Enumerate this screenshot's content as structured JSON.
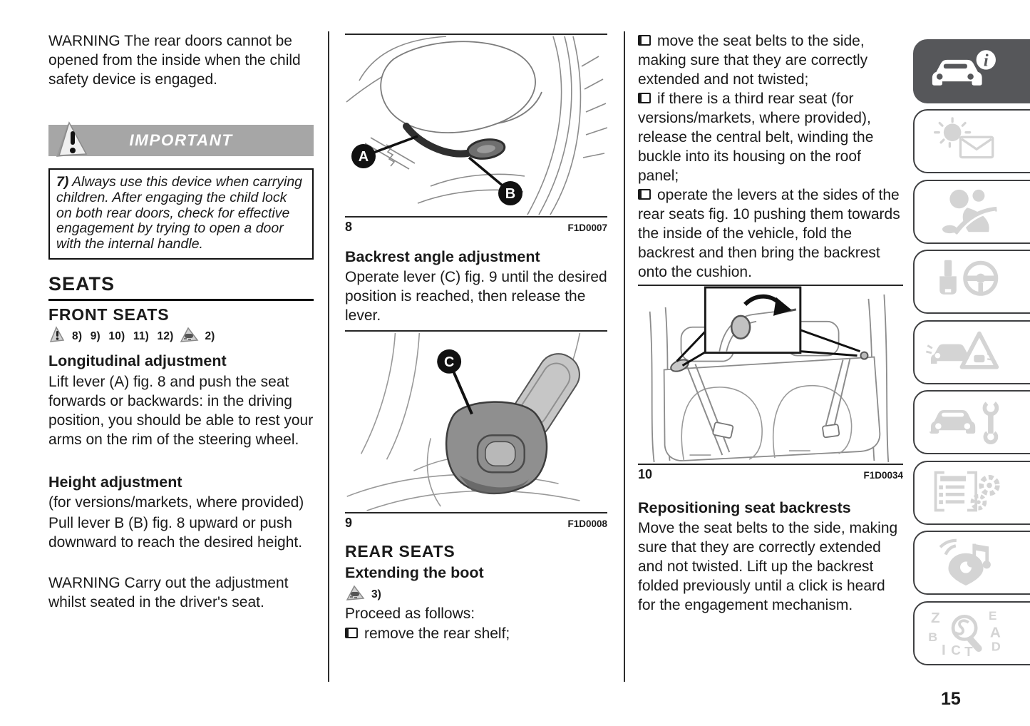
{
  "page": {
    "number": "15"
  },
  "colors": {
    "banner_grey": "#a6a6a6",
    "sidebar_active_bg": "#56575a",
    "sidebar_border": "#3f4042",
    "sidebar_icon_grey": "#d4d4d4",
    "text": "#1a1a1a"
  },
  "left_column": {
    "warning_top": "WARNING The rear doors cannot be opened from the inside when the child safety device is engaged.",
    "important_label": "IMPORTANT",
    "note_ref": "7)",
    "note_text": " Always use this device when carrying children. After engaging the child lock on both rear doors, check for effective engagement by trying to open a door with the internal handle.",
    "seats_heading": "SEATS",
    "front_seats_heading": "FRONT SEATS",
    "warning_refs": "8) 9) 10) 11) 12)",
    "road_ref": "2)",
    "longitudinal_heading": "Longitudinal adjustment",
    "longitudinal_body": "Lift lever (A) fig. 8 and push the seat forwards or backwards: in the driving position, you should be able to rest your arms on the rim of the steering wheel.",
    "height_heading": "Height adjustment",
    "height_note": "(for versions/markets, where provided)",
    "height_body": "Pull lever B (B) fig. 8 upward or push downward to reach the desired height.",
    "warning_bottom": "WARNING Carry out the adjustment whilst seated in the driver's seat."
  },
  "middle_column": {
    "figure8_number": "8",
    "figure8_code": "F1D0007",
    "figure8_label_a": "A",
    "figure8_label_b": "B",
    "backrest_heading": "Backrest angle adjustment",
    "backrest_body": "Operate lever (C) fig. 9 until the desired position is reached, then release the lever.",
    "figure9_number": "9",
    "figure9_code": "F1D0008",
    "figure9_label_c": "C",
    "rear_seats_heading": "REAR SEATS",
    "extending_heading": "Extending the boot",
    "road_ref": "3)",
    "proceed_text": "Proceed as follows:",
    "bullet_remove_shelf": "remove the rear shelf;"
  },
  "right_column": {
    "bullets": [
      "move the seat belts to the side, making sure that they are correctly extended and not twisted;",
      "if there is a third rear seat (for versions/markets, where provided), release the central belt, winding the buckle into its housing on the roof panel;",
      "operate the levers at the sides of the rear seats fig. 10 pushing them towards the inside of the vehicle, fold the backrest and then bring the backrest onto the cushion."
    ],
    "figure10_number": "10",
    "figure10_code": "F1D0034",
    "repositioning_heading": "Repositioning seat backrests",
    "repositioning_body": "Move the seat belts to the side, making sure that they are correctly extended and not twisted. Lift up the backrest folded previously until a click is heard for the engagement mechanism."
  },
  "sidebar": {
    "info_letter": "i",
    "index_letters": [
      "Z",
      "E",
      "B",
      "A",
      "I",
      "C",
      "T",
      "D"
    ],
    "tabs": [
      {
        "name": "knowing-your-car",
        "icon": "car-info-icon",
        "active": true
      },
      {
        "name": "warning-lights-and-messages",
        "icon": "warning-light-message-icon",
        "active": false
      },
      {
        "name": "safety",
        "icon": "airbag-seatbelt-icon",
        "active": false
      },
      {
        "name": "starting-and-driving",
        "icon": "key-steering-wheel-icon",
        "active": false
      },
      {
        "name": "in-an-emergency",
        "icon": "car-warning-triangle-icon",
        "active": false
      },
      {
        "name": "servicing-and-care",
        "icon": "car-wrench-icon",
        "active": false
      },
      {
        "name": "technical-data",
        "icon": "spec-sheet-gears-icon",
        "active": false
      },
      {
        "name": "multimedia",
        "icon": "multimedia-music-pin-icon",
        "active": false
      },
      {
        "name": "index",
        "icon": "letters-magnifier-icon",
        "active": false
      }
    ]
  }
}
